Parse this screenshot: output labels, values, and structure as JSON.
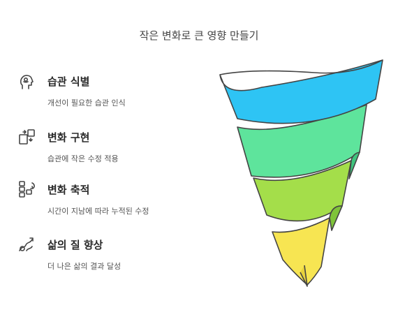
{
  "title": "작은 변화로 큰 영향 만들기",
  "steps": [
    {
      "heading": "습관 식별",
      "description": "개선이 필요한 습관 인식",
      "icon": "head-thought-icon"
    },
    {
      "heading": "변화 구현",
      "description": "습관에 작은 수정 적용",
      "icon": "transform-boxes-icon"
    },
    {
      "heading": "변화 축적",
      "description": "시간이 지남에 따라 누적된 수정",
      "icon": "stacked-blocks-icon"
    },
    {
      "heading": "삶의 질 향상",
      "description": "더 나은 삶의 결과 달성",
      "icon": "growth-path-icon"
    }
  ],
  "colors": {
    "band1": "#2ec4f4",
    "band2": "#5ee49c",
    "band3": "#a4de4a",
    "band4": "#f7e552",
    "outline": "#444444"
  }
}
